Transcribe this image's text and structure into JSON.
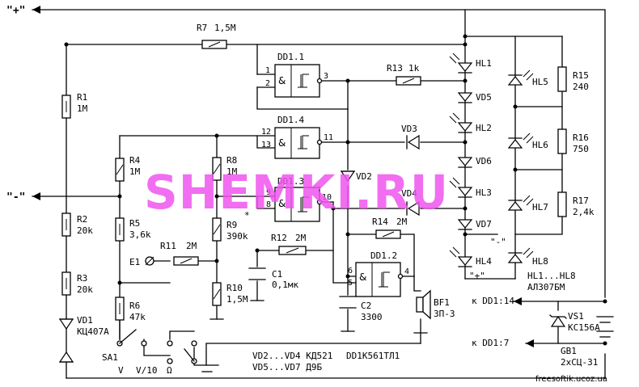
{
  "terminals": {
    "plus": "\"+\"",
    "minus": "\"-\"",
    "to_dd1_14": "к DD1:14",
    "to_dd1_7": "к DD1:7"
  },
  "components": {
    "R1": {
      "ref": "R1",
      "value": "1M"
    },
    "R2": {
      "ref": "R2",
      "value": "20k"
    },
    "R3": {
      "ref": "R3",
      "value": "20k"
    },
    "R4": {
      "ref": "R4",
      "value": "1M"
    },
    "R5": {
      "ref": "R5",
      "value": "3,6k"
    },
    "R6": {
      "ref": "R6",
      "value": "47k"
    },
    "R7": {
      "ref": "R7",
      "value": "1,5M"
    },
    "R8": {
      "ref": "R8",
      "value": "1M"
    },
    "R9": {
      "ref": "R9",
      "value": "390k"
    },
    "R10": {
      "ref": "R10",
      "value": "1,5M"
    },
    "R11": {
      "ref": "R11",
      "value": "2M"
    },
    "R12": {
      "ref": "R12",
      "value": "2M"
    },
    "R13": {
      "ref": "R13",
      "value": "1k"
    },
    "R14": {
      "ref": "R14",
      "value": "2M"
    },
    "R15": {
      "ref": "R15",
      "value": "240"
    },
    "R16": {
      "ref": "R16",
      "value": "750"
    },
    "R17": {
      "ref": "R17",
      "value": "2,4k"
    },
    "C1": {
      "ref": "C1",
      "value": "0,1мк"
    },
    "C2": {
      "ref": "C2",
      "value": "3300"
    },
    "VD1": {
      "ref": "VD1",
      "value": "КЦ407А"
    },
    "VD2": {
      "ref": "VD2"
    },
    "VD3": {
      "ref": "VD3"
    },
    "VD4": {
      "ref": "VD4"
    },
    "VD5": {
      "ref": "VD5"
    },
    "VD6": {
      "ref": "VD6"
    },
    "VD7": {
      "ref": "VD7"
    },
    "VS1": {
      "ref": "VS1",
      "value": "КС156А"
    },
    "BF1": {
      "ref": "BF1",
      "value": "ЗП-3"
    },
    "GB1": {
      "ref": "GB1",
      "value": "2хСЦ-31"
    },
    "E1": {
      "ref": "E1"
    },
    "SA1": {
      "ref": "SA1"
    }
  },
  "leds": [
    "HL1",
    "HL2",
    "HL3",
    "HL4",
    "HL5",
    "HL6",
    "HL7",
    "HL8"
  ],
  "gates": {
    "DD1_1": {
      "ref": "DD1.1",
      "pins": [
        "1",
        "2",
        "3"
      ]
    },
    "DD1_2": {
      "ref": "DD1.2",
      "pins": [
        "6",
        "5",
        "4"
      ]
    },
    "DD1_3": {
      "ref": "DD1.3",
      "pins": [
        "9",
        "8",
        "10"
      ]
    },
    "DD1_4": {
      "ref": "DD1.4",
      "pins": [
        "12",
        "13",
        "11"
      ]
    },
    "symbol": "&"
  },
  "switch_labels": {
    "v": "V",
    "v10": "V/10",
    "ohm": "Ω"
  },
  "notes": {
    "hl_types": "HL1...HL8",
    "hl_part": "АЛ307БМ",
    "vd2_4": "VD2...VD4  КД521",
    "vd5_7": "VD5...VD7  Д9Б",
    "ic": "DD1К561ТЛ1",
    "asterisk": "*"
  },
  "watermark": "SHEMKI.RU",
  "site": "freesoftik.ucoz.ua",
  "colors": {
    "watermark": "#ee55ee",
    "ink": "#000000",
    "paper": "#ffffff"
  }
}
